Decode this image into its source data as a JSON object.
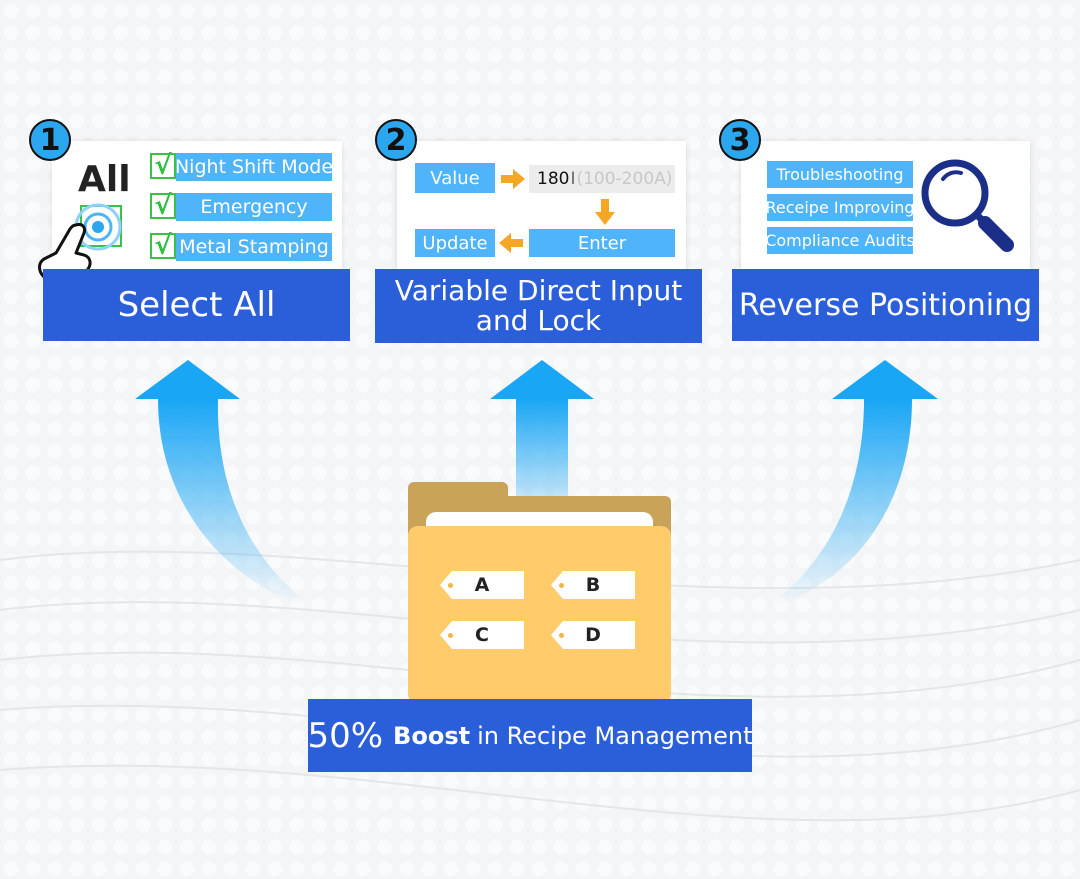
{
  "colors": {
    "title_bg": "#2b5ed9",
    "chip_bg": "#4fb4f9",
    "badge_bg": "#2aa7ee",
    "check_green": "#39c24a",
    "folder_front": "#ffcb6b",
    "folder_back": "#c9a358",
    "arrow_top": "#19a6f5",
    "magnifier": "#1c2f88"
  },
  "steps": [
    {
      "number": "1",
      "title": "Select All",
      "all_label": "All",
      "items": [
        "Night Shift Mode",
        "Emergency",
        "Metal Stamping"
      ],
      "icons": [
        "touch-hand-icon",
        "check-icon"
      ]
    },
    {
      "number": "2",
      "title_line1": "Variable Direct Input",
      "title_line2": "and Lock",
      "value_label": "Value",
      "input_value": "180",
      "input_range": "(100-200A)",
      "update_label": "Update",
      "enter_label": "Enter"
    },
    {
      "number": "3",
      "title": "Reverse Positioning",
      "items": [
        "Troubleshooting",
        "Receipe Improving",
        "Compliance Audits"
      ],
      "icons": [
        "magnifier-icon"
      ]
    }
  ],
  "folder": {
    "tags": [
      "A",
      "B",
      "C",
      "D"
    ]
  },
  "banner": {
    "percent": "50%",
    "boost": "Boost",
    "rest": "in Recipe Management"
  }
}
